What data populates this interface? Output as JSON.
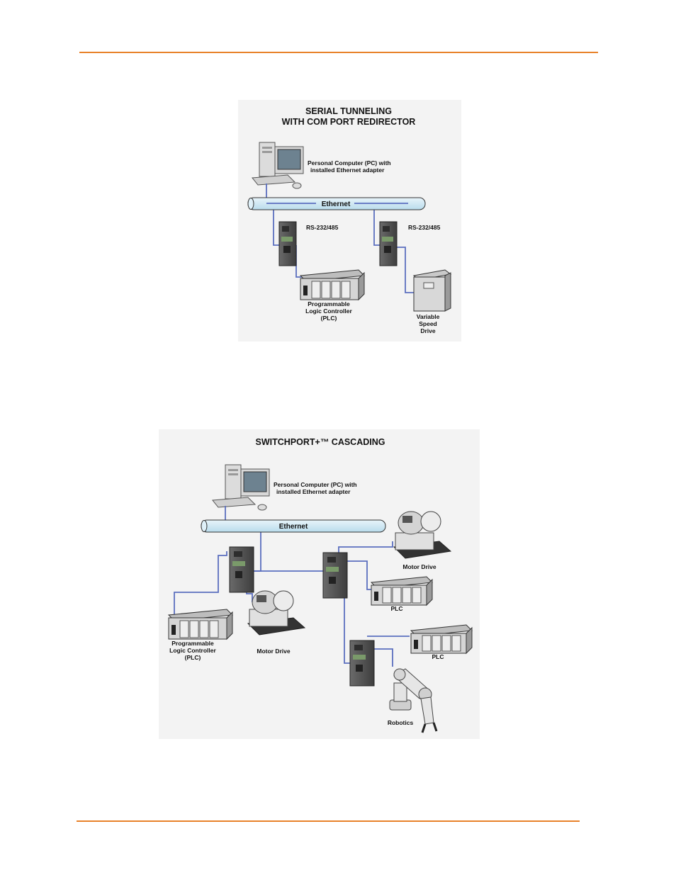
{
  "diagram1": {
    "title_line1": "SERIAL TUNNELING",
    "title_line2": "WITH COM PORT REDIRECTOR",
    "pc_label_line1": "Personal Computer (PC) with",
    "pc_label_line2": "installed Ethernet adapter",
    "ethernet": "Ethernet",
    "port_label_left": "RS-232/485",
    "port_label_right": "RS-232/485",
    "plc_line1": "Programmable",
    "plc_line2": "Logic Controller",
    "plc_line3": "(PLC)",
    "vsd_line1": "Variable",
    "vsd_line2": "Speed",
    "vsd_line3": "Drive"
  },
  "diagram2": {
    "title": "SWITCHPORT+™ CASCADING",
    "pc_label_line1": "Personal Computer (PC) with",
    "pc_label_line2": "installed Ethernet adapter",
    "ethernet": "Ethernet",
    "plc_left_line1": "Programmable",
    "plc_left_line2": "Logic Controller",
    "plc_left_line3": "(PLC)",
    "motor_drive_left": "Motor Drive",
    "motor_drive_right": "Motor Drive",
    "plc_mid": "PLC",
    "plc_right": "PLC",
    "robotics": "Robotics"
  },
  "colors": {
    "accent_rule": "#e8822a",
    "wire": "#5b6fbf",
    "ethernet_pipe": "#cfe6f2"
  }
}
